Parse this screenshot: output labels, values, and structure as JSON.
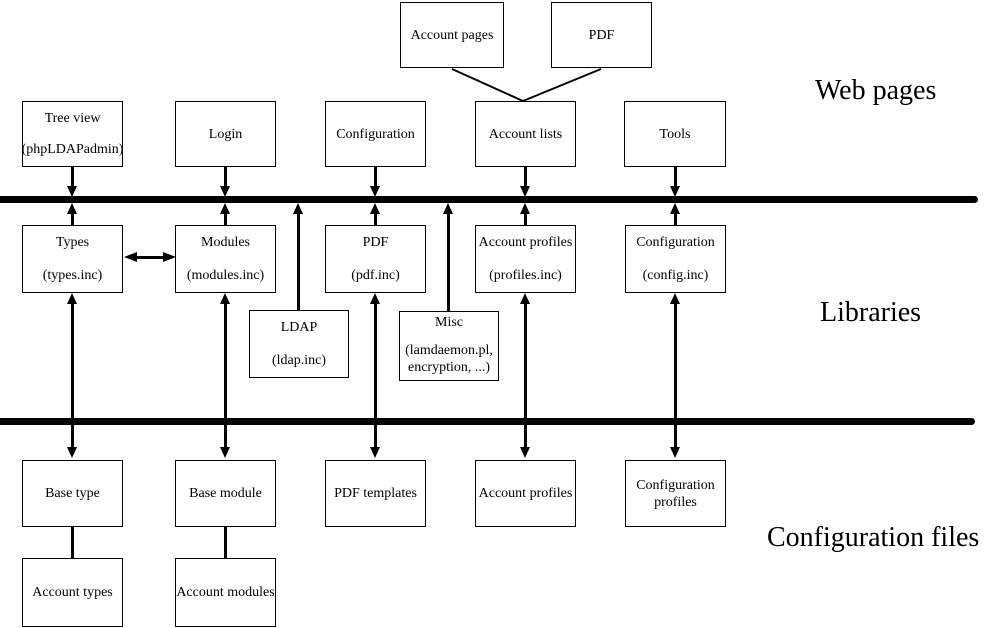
{
  "section_labels": {
    "web_pages": "Web pages",
    "libraries": "Libraries",
    "configuration_files": "Configuration files"
  },
  "boxes": {
    "account_pages": {
      "line1": "Account pages"
    },
    "pdf_page": {
      "line1": "PDF"
    },
    "tree_view": {
      "line1": "Tree view",
      "line2": "(phpLDAPadmin)"
    },
    "login": {
      "line1": "Login"
    },
    "configuration_page": {
      "line1": "Configuration"
    },
    "account_lists": {
      "line1": "Account lists"
    },
    "tools": {
      "line1": "Tools"
    },
    "types": {
      "line1": "Types",
      "line2": "(types.inc)"
    },
    "modules": {
      "line1": "Modules",
      "line2": "(modules.inc)"
    },
    "pdf_lib": {
      "line1": "PDF",
      "line2": "(pdf.inc)"
    },
    "account_profiles_lib": {
      "line1": "Account profiles",
      "line2": "(profiles.inc)"
    },
    "configuration_lib": {
      "line1": "Configuration",
      "line2": "(config.inc)"
    },
    "ldap": {
      "line1": "LDAP",
      "line2": "(ldap.inc)"
    },
    "misc": {
      "line1": "Misc",
      "line2": "(lamdaemon.pl,",
      "line3": "encryption, ...)"
    },
    "base_type": {
      "line1": "Base type"
    },
    "base_module": {
      "line1": "Base module"
    },
    "pdf_templates": {
      "line1": "PDF templates"
    },
    "account_profiles_cfg": {
      "line1": "Account profiles"
    },
    "configuration_profiles": {
      "line1": "Configuration",
      "line2": "profiles"
    },
    "account_types": {
      "line1": "Account types"
    },
    "account_modules": {
      "line1": "Account modules"
    }
  },
  "colors": {
    "line": "#000000",
    "background": "#ffffff"
  }
}
